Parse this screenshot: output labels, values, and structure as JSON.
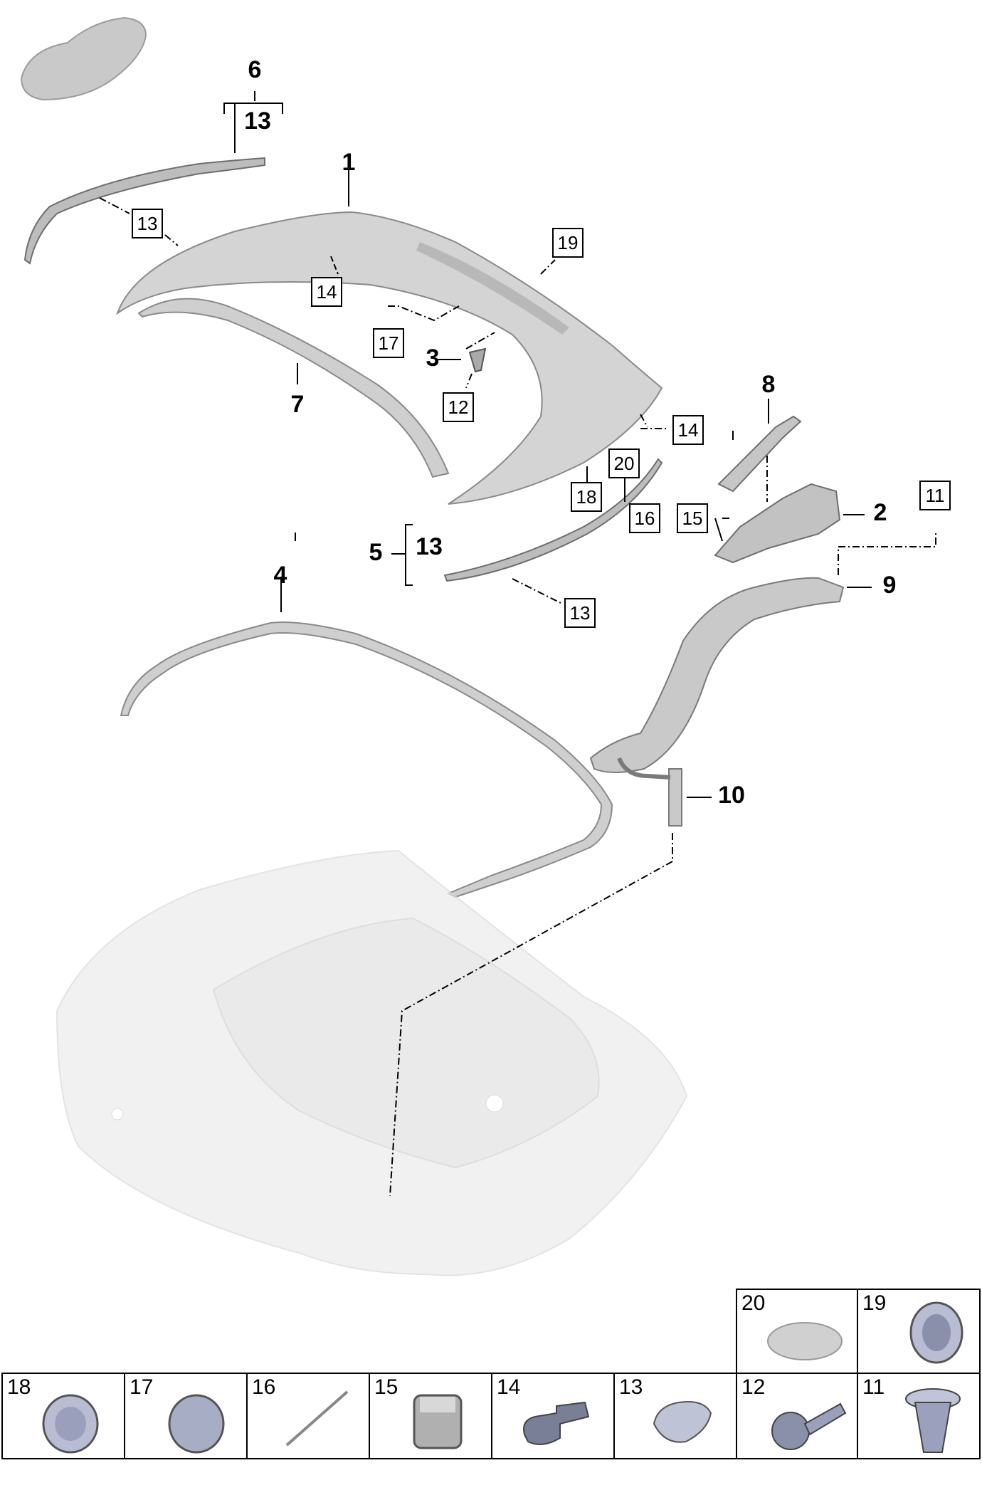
{
  "callouts": {
    "c1": "1",
    "c2": "2",
    "c3": "3",
    "c4": "4",
    "c5": "5",
    "c6": "6",
    "c7": "7",
    "c8": "8",
    "c9": "9",
    "c10": "10",
    "c6_13": "13",
    "c5_13": "13"
  },
  "boxes": {
    "b13a": "13",
    "b14a": "14",
    "b17": "17",
    "b12": "12",
    "b19": "19",
    "b14b": "14",
    "b20": "20",
    "b18": "18",
    "b16": "16",
    "b15": "15",
    "b11": "11",
    "b13b": "13"
  },
  "legend": {
    "top": [
      "20",
      "19"
    ],
    "bottom": [
      "18",
      "17",
      "16",
      "15",
      "14",
      "13",
      "12",
      "11"
    ]
  },
  "colors": {
    "part_fill": "#d4d4d4",
    "part_stroke": "#8a8a8a",
    "ghost": "#ececec"
  }
}
